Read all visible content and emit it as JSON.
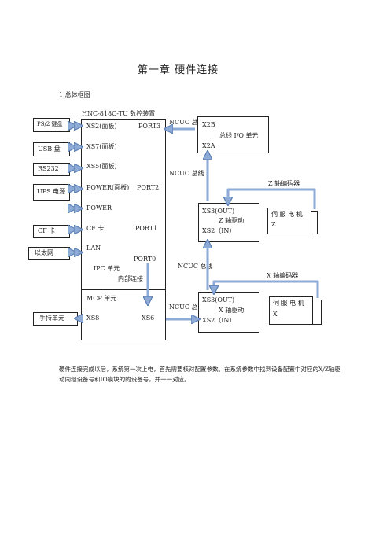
{
  "page": {
    "chapter_title": "第一章  硬件连接",
    "section_title": "1.总体框图",
    "paragraph": "硬件连接完成以后，系统第一次上电，首先需要核对配置参数。在系统参数中找到设备配置中对应的X/Z轴驱动同组设备号和IO模块的的设备号，并一一对应。"
  },
  "diagram": {
    "main_device_title": "HNC-818C-TU 数控装置",
    "left_devices": [
      "PS/2 键盘",
      "USB 盘",
      "RS232",
      "UPS 电源",
      "CF 卡",
      "以太网",
      "手持单元"
    ],
    "main_ports": {
      "xs2": "XS2(面板)",
      "port3": "PORT3",
      "xs7": "XS7(面板)",
      "xs5": "XS5(面板)",
      "power_panel": "POWER(面板)",
      "port2": "PORT2",
      "power": "POWER",
      "cf": "CF 卡",
      "port1": "PORT1",
      "lan": "LAN",
      "port0": "PORT0",
      "ipc_unit": "IPC 单元",
      "internal_link": "内部连接"
    },
    "mcp": {
      "title": "MCP  单元",
      "xs8": "XS8",
      "xs6": "XS6"
    },
    "io_unit": {
      "x2b": "X2B",
      "name": "总线 I/O 单元",
      "x2a": "X2A"
    },
    "z_drive": {
      "xs3": "XS3(OUT)",
      "name": "Z 轴驱动",
      "xs2": "XS2（IN）"
    },
    "x_drive": {
      "xs3": "XS3(OUT)",
      "name": "X 轴驱动",
      "xs2": "XS2（IN）"
    },
    "z_motor": {
      "line1": "伺 服 电 机",
      "line2": "Z"
    },
    "x_motor": {
      "line1": "伺 服 电 机",
      "line2": "X"
    },
    "ncuc_labels": {
      "top": "NCUC 总",
      "bus": "NCUC 总线",
      "middle": "NCUC 总线",
      "bottom": "NCUC 总"
    },
    "encoders": {
      "z": "Z 轴编码器",
      "x": "X 轴编码器"
    },
    "colors": {
      "arrow": "#8eaad6",
      "arrow_stroke": "#5b7fb6",
      "line": "#222222"
    }
  }
}
